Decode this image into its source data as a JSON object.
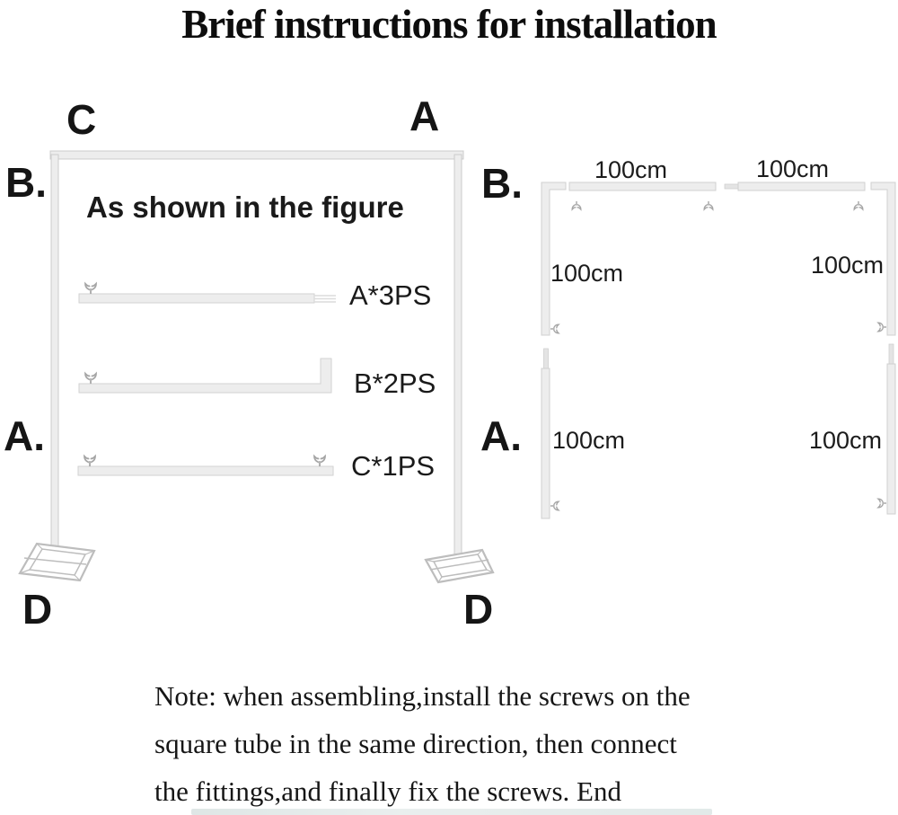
{
  "title": "Brief instructions for installation",
  "colors": {
    "tube_fill": "#ededed",
    "tube_edge": "#cccccc",
    "screw": "#a5a5a5",
    "text": "#141414"
  },
  "figure": {
    "caption": "As shown in the figure",
    "corner_top_left": "C",
    "corner_top_right": "A",
    "side_left": "B.",
    "side_left_lower": "A.",
    "base_left": "D",
    "base_right": "D",
    "parts": [
      {
        "label": "A*3PS"
      },
      {
        "label": "B*2PS"
      },
      {
        "label": "C*1PS"
      }
    ]
  },
  "diagram": {
    "section_b_label": "B.",
    "section_a_label": "A.",
    "dims": {
      "top1": "100cm",
      "top2": "100cm",
      "side_left": "100cm",
      "side_right": "100cm",
      "leg_left": "100cm",
      "leg_right": "100cm"
    }
  },
  "note": {
    "line1": "Note: when assembling,install the screws on the",
    "line2": "square tube in the same direction, then connect",
    "line3": "the fittings,and finally fix the screws. End"
  }
}
